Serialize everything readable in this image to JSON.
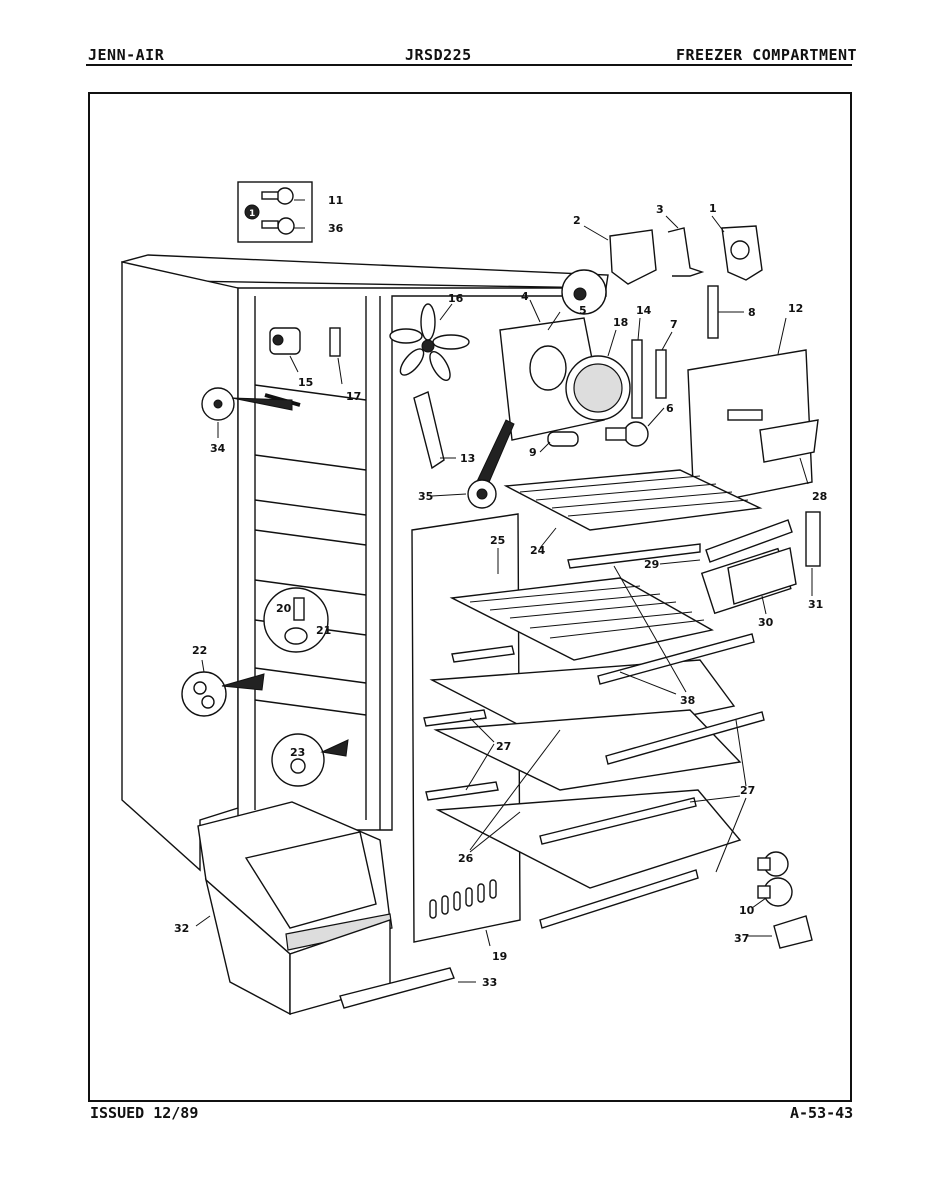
{
  "header": {
    "brand": "JENN-AIR",
    "model": "JRSD225",
    "section": "FREEZER COMPARTMENT"
  },
  "footer": {
    "issued": "ISSUED 12/89",
    "page_code": "A-53-43"
  },
  "callouts": [
    "1",
    "2",
    "3",
    "4",
    "5",
    "6",
    "7",
    "8",
    "9",
    "10",
    "11",
    "12",
    "13",
    "14",
    "15",
    "16",
    "17",
    "18",
    "19",
    "20",
    "21",
    "22",
    "23",
    "24",
    "25",
    "26",
    "27",
    "27",
    "28",
    "29",
    "30",
    "31",
    "32",
    "33",
    "34",
    "35",
    "36",
    "37",
    "38"
  ],
  "inset_marker": "1",
  "icons": [
    "key-switch-icon",
    "fan-blade-icon",
    "light-bulb-icon",
    "shelf-icon",
    "bin-icon"
  ]
}
